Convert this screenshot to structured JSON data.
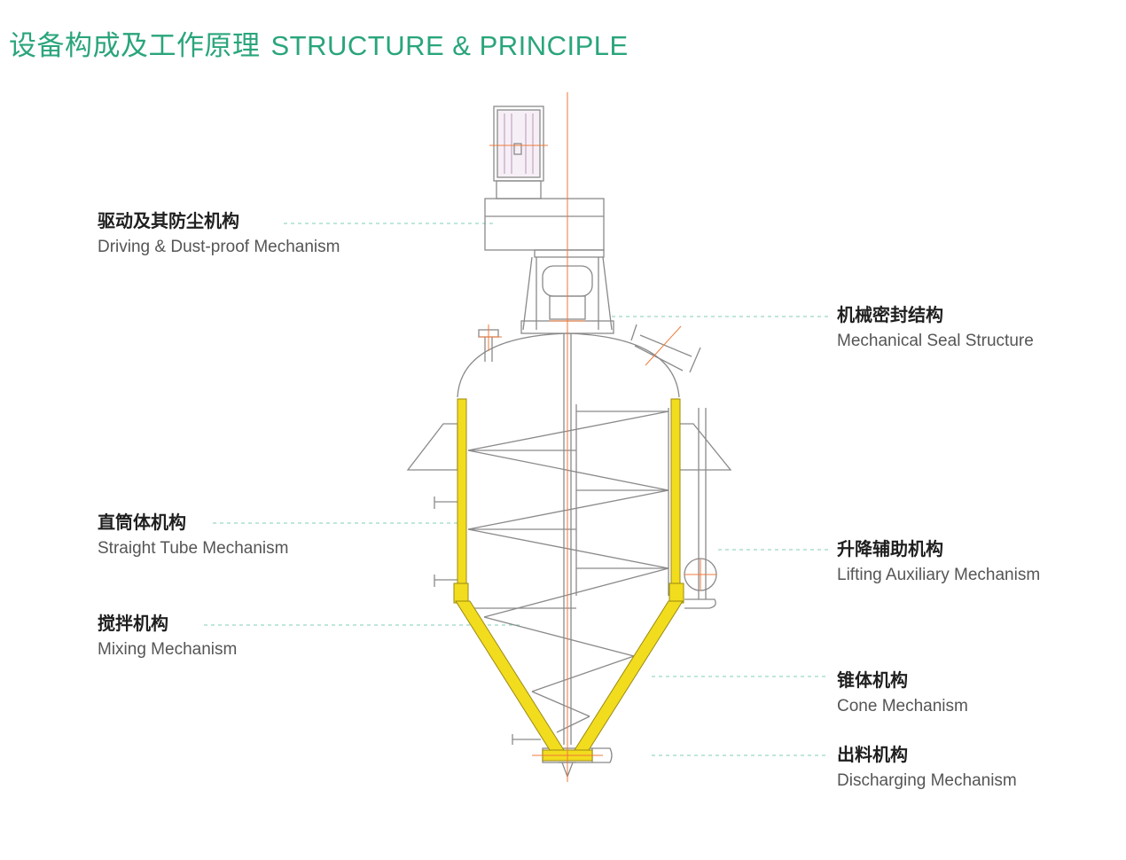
{
  "header": {
    "title_cn": "设备构成及工作原理",
    "title_en": "STRUCTURE & PRINCIPLE"
  },
  "labels": {
    "driving": {
      "cn": "驱动及其防尘机构",
      "en": "Driving & Dust-proof Mechanism"
    },
    "mech_seal": {
      "cn": "机械密封结构",
      "en": "Mechanical Seal Structure"
    },
    "straight_tube": {
      "cn": "直筒体机构",
      "en": "Straight Tube Mechanism"
    },
    "lifting": {
      "cn": "升降辅助机构",
      "en": "Lifting Auxiliary Mechanism"
    },
    "mixing": {
      "cn": "搅拌机构",
      "en": "Mixing Mechanism"
    },
    "cone": {
      "cn": "锥体机构",
      "en": "Cone Mechanism"
    },
    "discharging": {
      "cn": "出料机构",
      "en": "Discharging Mechanism"
    }
  },
  "colors": {
    "title": "#2aa57a",
    "vessel_wall": "#f2dc1e",
    "centerline": "#f07a3a",
    "line": "#8a8a8a",
    "leader": "#9ad6c7"
  }
}
